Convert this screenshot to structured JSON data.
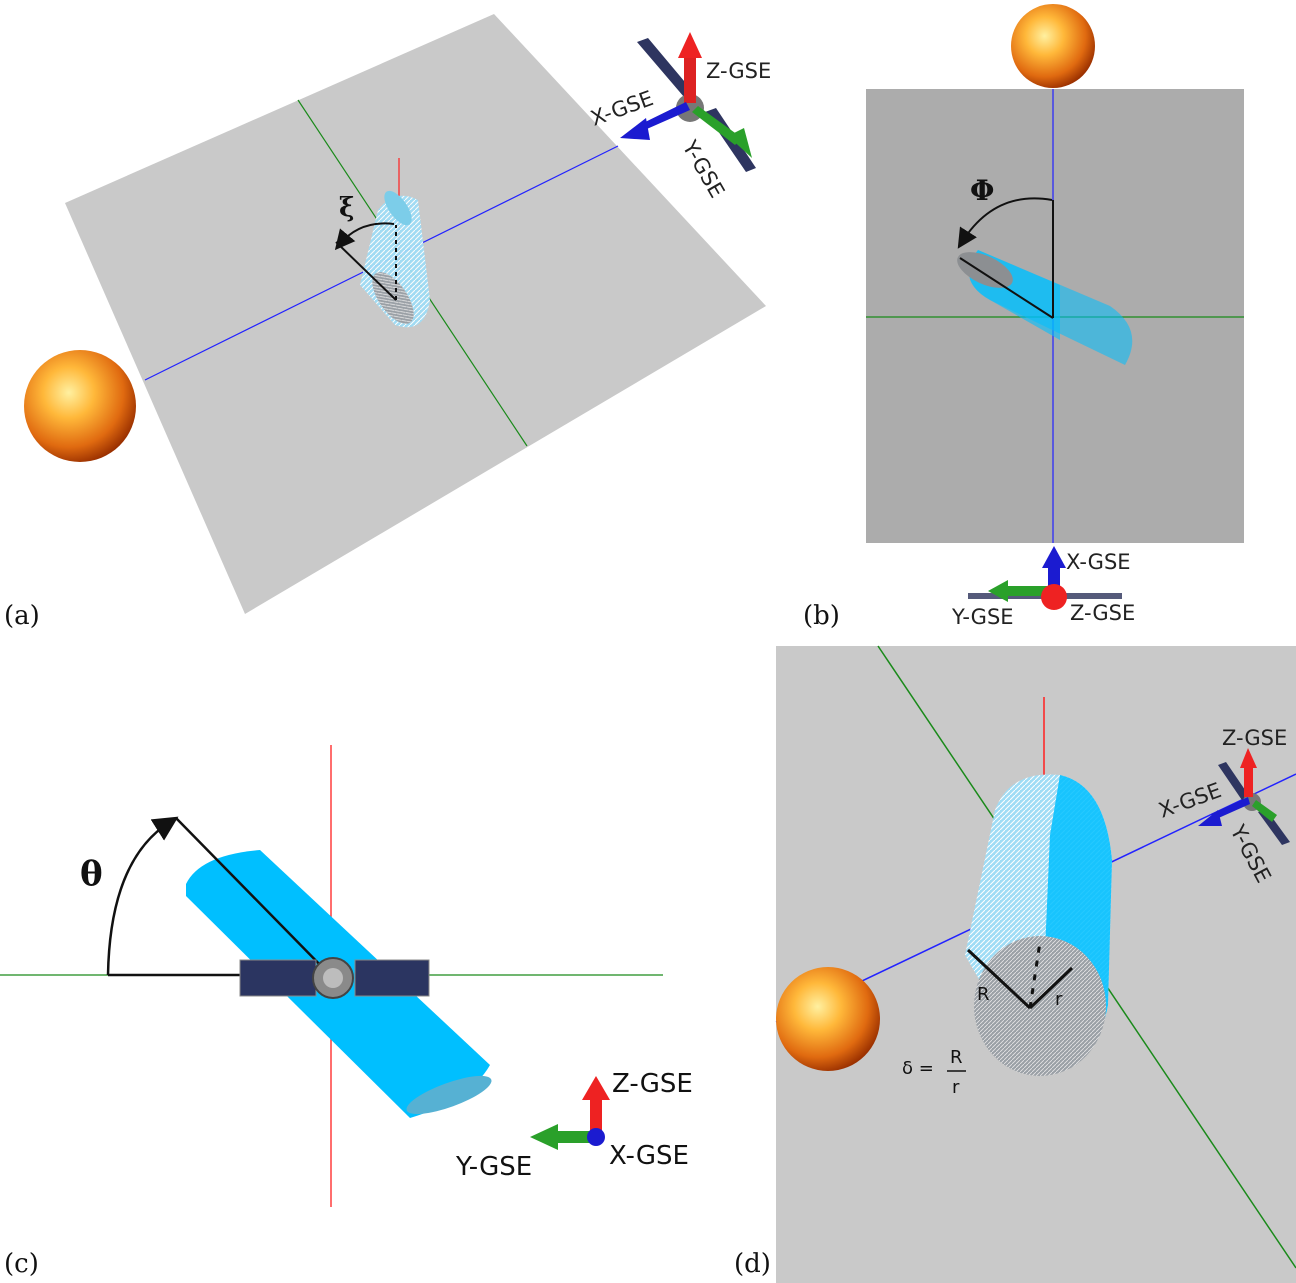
{
  "panels": {
    "a": {
      "label": "(a)",
      "angle_symbol": "ξ",
      "axes": {
        "x": "X-GSE",
        "y": "Y-GSE",
        "z": "Z-GSE"
      }
    },
    "b": {
      "label": "(b)",
      "angle_symbol": "Φ",
      "axes": {
        "x": "X-GSE",
        "y": "Y-GSE",
        "z": "Z-GSE"
      }
    },
    "c": {
      "label": "(c)",
      "angle_symbol": "θ",
      "axes": {
        "x": "X-GSE",
        "y": "Y-GSE",
        "z": "Z-GSE"
      }
    },
    "d": {
      "label": "(d)",
      "big_radius": "R",
      "small_radius": "r",
      "delta_lhs": "δ =",
      "delta_num": "R",
      "delta_den": "r",
      "axes": {
        "x": "X-GSE",
        "y": "Y-GSE",
        "z": "Z-GSE"
      }
    }
  },
  "colors": {
    "plane_light": "#c8c8c8",
    "plane_dark": "#acacac",
    "cylinder": "#00bfff",
    "cylinder_dark": "#5aa6c2",
    "x_axis": "#0000ff",
    "y_axis": "#008000",
    "z_axis": "#ff0000",
    "sun_core": "#ffd23a",
    "sun_edge": "#b83e00"
  }
}
